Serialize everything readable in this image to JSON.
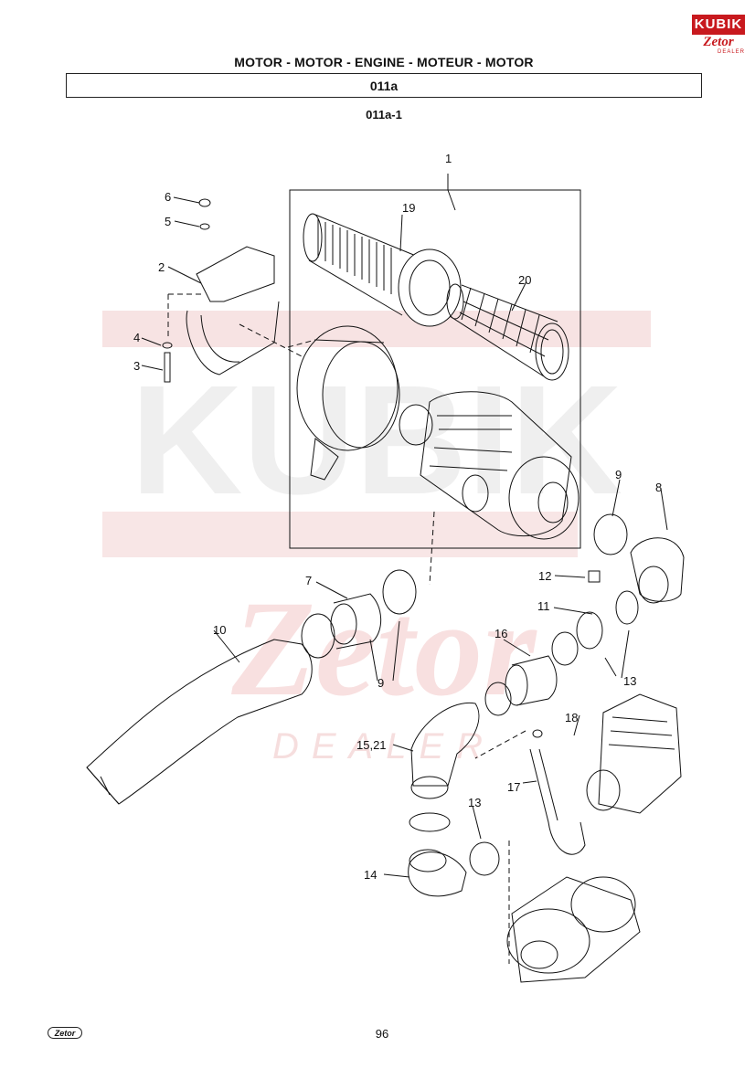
{
  "header": {
    "title": "MOTOR - MOTOR - ENGINE - MOTEUR - MOTOR",
    "group_code": "011a",
    "figure_code": "011a-1"
  },
  "brand": {
    "top": "KUBIK",
    "name": "Zetor",
    "sub": "DEALER"
  },
  "watermark": {
    "brand": "KUBIK",
    "name": "Zetor",
    "sub": "DEALER"
  },
  "callouts": {
    "c1": "1",
    "c2": "2",
    "c3": "3",
    "c4": "4",
    "c5": "5",
    "c6": "6",
    "c7": "7",
    "c8": "8",
    "c9a": "9",
    "c9b": "9",
    "c10": "10",
    "c11": "11",
    "c12": "12",
    "c13a": "13",
    "c13b": "13",
    "c14": "14",
    "c15": "15,21",
    "c16": "16",
    "c17": "17",
    "c18": "18",
    "c19": "19",
    "c20": "20"
  },
  "footer": {
    "logo": "Zetor",
    "page": "96"
  },
  "colors": {
    "brand_red": "#c8191e",
    "watermark_red": "#f6dede",
    "watermark_grey": "#ececec"
  }
}
